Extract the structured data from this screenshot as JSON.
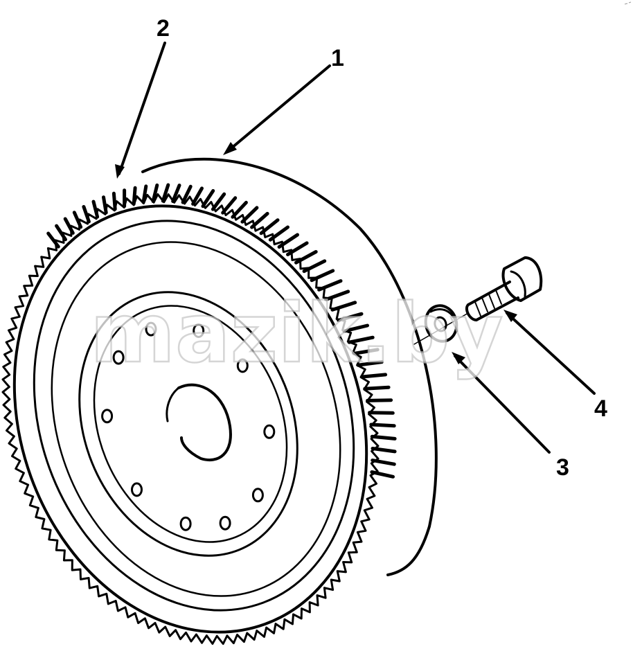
{
  "diagram": {
    "callouts": [
      {
        "id": "1",
        "label": "1"
      },
      {
        "id": "2",
        "label": "2"
      },
      {
        "id": "3",
        "label": "3"
      },
      {
        "id": "4",
        "label": "4"
      }
    ],
    "watermark": "mazik.by"
  },
  "colors": {
    "ink": "#000000",
    "paper": "#ffffff",
    "watermark": "#c8c8c8"
  }
}
